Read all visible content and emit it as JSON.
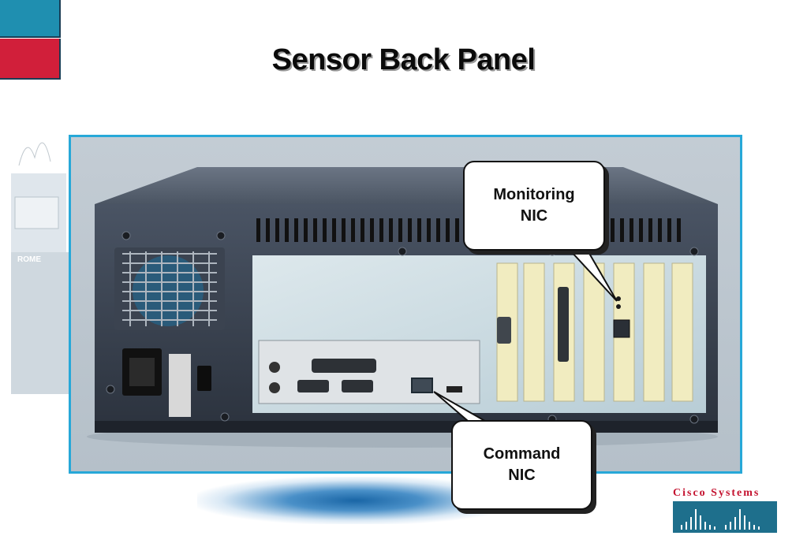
{
  "slide": {
    "title": "Sensor Back Panel"
  },
  "callouts": {
    "monitoring": "Monitoring\nNIC",
    "command": "Command\nNIC"
  },
  "photo": {
    "label": "ROME"
  },
  "logo": {
    "text": "Cisco Systems"
  },
  "colors": {
    "accent_blue": "#1f8fb0",
    "accent_red": "#d11f3a",
    "frame": "#27a8d8",
    "logo_red": "#c4122f",
    "logo_teal": "#1e6f8c"
  }
}
